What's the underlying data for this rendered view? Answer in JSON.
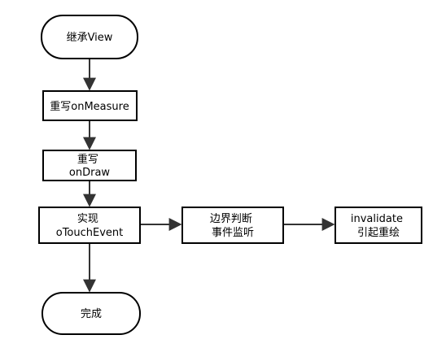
{
  "nodes": {
    "start": [
      "继承View"
    ],
    "measure": [
      "重写onMeasure"
    ],
    "draw": [
      "重写",
      "onDraw"
    ],
    "touch": [
      "实现",
      "oTouchEvent"
    ],
    "boundary": [
      "边界判断",
      "事件监听"
    ],
    "invalidate": [
      "invalidate",
      "引起重绘"
    ],
    "done": [
      "完成"
    ]
  }
}
